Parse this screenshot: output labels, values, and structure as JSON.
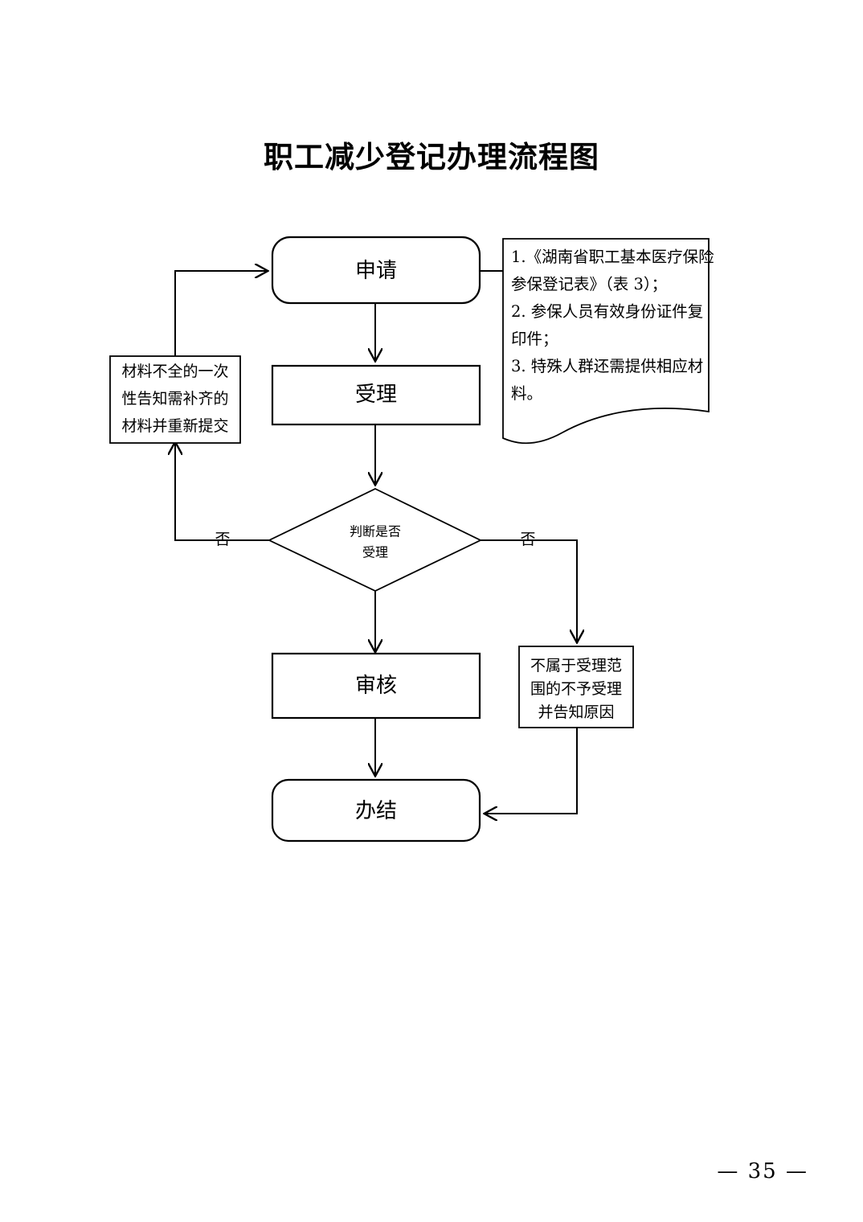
{
  "document": {
    "title": "职工减少登记办理流程图",
    "page_number": "— 35 —"
  },
  "flowchart": {
    "type": "process-flow",
    "nodes": [
      {
        "id": "apply",
        "shape": "rounded-rectangle",
        "label": "申请"
      },
      {
        "id": "accept",
        "shape": "rectangle",
        "label": "受理"
      },
      {
        "id": "decision",
        "shape": "diamond",
        "label_line1": "判断是否",
        "label_line2": "受理"
      },
      {
        "id": "review",
        "shape": "rectangle",
        "label": "审核"
      },
      {
        "id": "complete",
        "shape": "rounded-rectangle",
        "label": "办结"
      },
      {
        "id": "incomplete",
        "shape": "rectangle",
        "label_line1": "材料不全的一次",
        "label_line2": "性告知需补齐的",
        "label_line3": "材料并重新提交"
      },
      {
        "id": "reject",
        "shape": "rectangle",
        "label_line1": "不属于受理范",
        "label_line2": "围的不予受理",
        "label_line3": "并告知原因"
      }
    ],
    "edges": [
      {
        "from": "apply",
        "to": "accept",
        "label": ""
      },
      {
        "from": "accept",
        "to": "decision",
        "label": ""
      },
      {
        "from": "decision",
        "to": "review",
        "label": ""
      },
      {
        "from": "review",
        "to": "complete",
        "label": ""
      },
      {
        "from": "decision",
        "to": "incomplete",
        "label": "否"
      },
      {
        "from": "incomplete",
        "to": "apply",
        "label": ""
      },
      {
        "from": "decision",
        "to": "reject",
        "label": "否"
      },
      {
        "from": "reject",
        "to": "complete",
        "label": ""
      },
      {
        "from": "apply",
        "to": "materials",
        "label": ""
      }
    ],
    "edge_label_left": "否",
    "edge_label_right": "否",
    "materials_note": {
      "shape": "document",
      "lines": [
        "1.《湖南省职工基本医疗保险",
        "参保登记表》（表 3）；",
        "2. 参保人员有效身份证件复",
        "印件；",
        "3. 特殊人群还需提供相应材",
        "料。"
      ]
    }
  },
  "colors": {
    "stroke": "#000000",
    "fill": "#ffffff",
    "background": "#ffffff"
  }
}
